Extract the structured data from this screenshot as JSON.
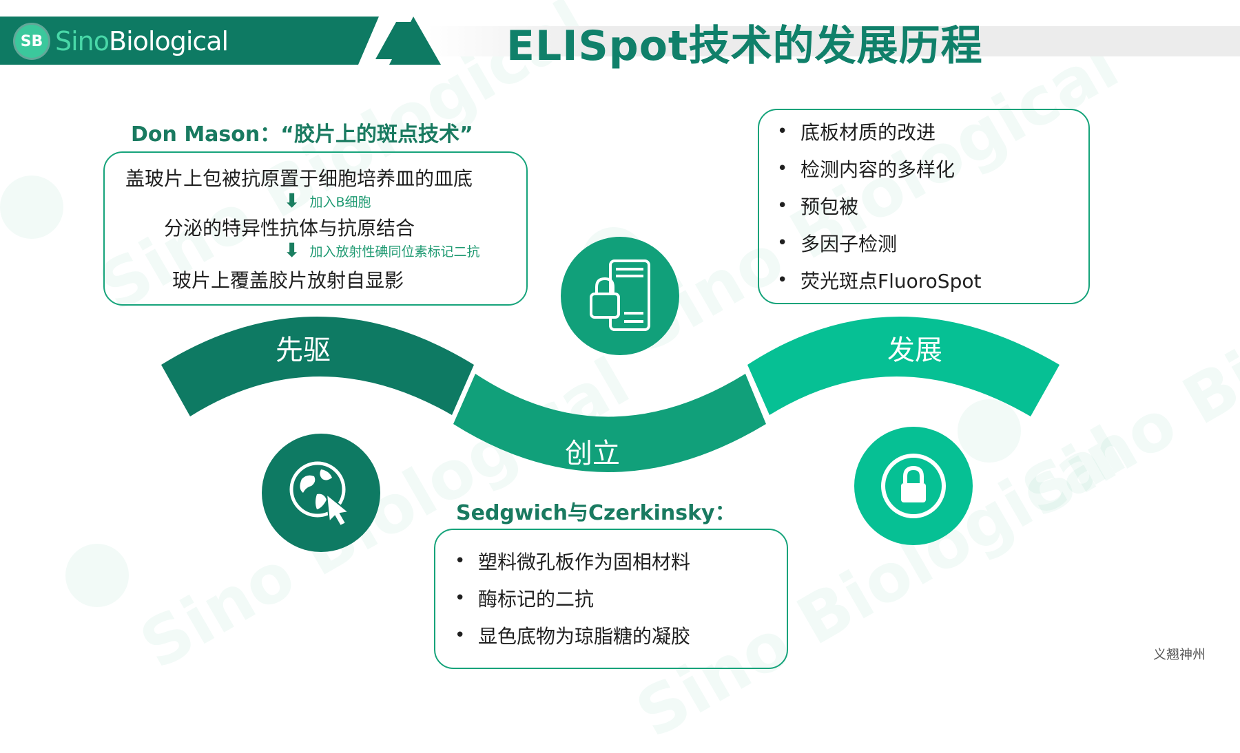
{
  "header": {
    "logo_badge": "SB",
    "logo_name_part1": "Sino",
    "logo_name_part2": "Biological",
    "title": "ELISpot技术的发展历程"
  },
  "pioneer": {
    "heading": "Don Mason：“胶片上的斑点技术”",
    "step1": "盖玻片上包被抗原置于细胞培养皿的皿底",
    "note1": "加入B细胞",
    "step2": "分泌的特异性抗体与抗原结合",
    "note2": "加入放射性碘同位素标记二抗",
    "step3": "玻片上覆盖胶片放射自显影"
  },
  "founding": {
    "heading": "Sedgwich与Czerkinsky：",
    "items": [
      "塑料微孔板作为固相材料",
      "酶标记的二抗",
      "显色底物为琼脂糖的凝胶"
    ]
  },
  "development": {
    "items": [
      "底板材质的改进",
      "检测内容的多样化",
      "预包被",
      "多因子检测",
      "荧光斑点FluoroSpot"
    ]
  },
  "stages": {
    "pioneer": "先驱",
    "founding": "创立",
    "development": "发展"
  },
  "icons": {
    "globe": "globe-cursor-icon",
    "phone": "phone-lock-icon",
    "lock": "padlock-icon"
  },
  "colors": {
    "dark_green": "#0e7a63",
    "mid_green": "#11a07a",
    "light_green": "#06c094",
    "title_green": "#10806a"
  },
  "footer": {
    "note": "义翘神州"
  }
}
